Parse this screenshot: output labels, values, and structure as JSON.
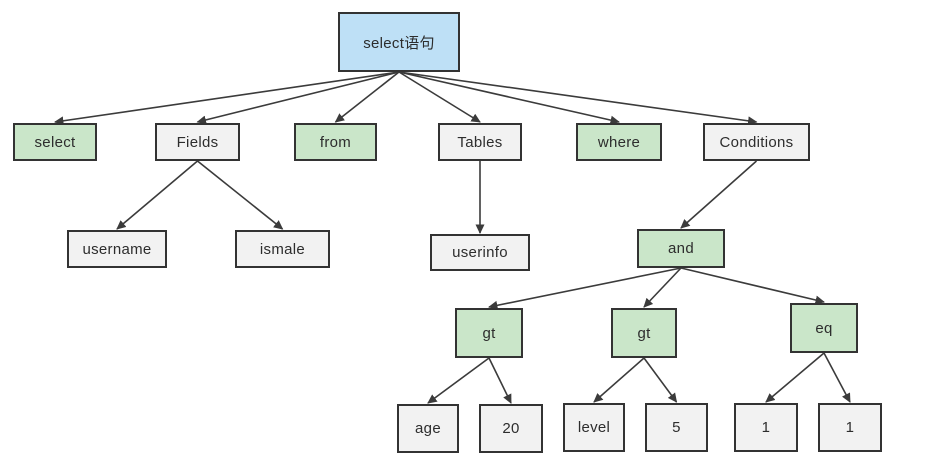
{
  "diagram": {
    "description": "Parse tree of a SQL select statement",
    "nodes": {
      "root": {
        "label": "select语句",
        "kind": "root"
      },
      "select": {
        "label": "select",
        "kind": "keyword"
      },
      "fields": {
        "label": "Fields",
        "kind": "plain"
      },
      "from": {
        "label": "from",
        "kind": "keyword"
      },
      "tables": {
        "label": "Tables",
        "kind": "plain"
      },
      "where": {
        "label": "where",
        "kind": "keyword"
      },
      "conditions": {
        "label": "Conditions",
        "kind": "plain"
      },
      "username": {
        "label": "username",
        "kind": "plain"
      },
      "ismale": {
        "label": "ismale",
        "kind": "plain"
      },
      "userinfo": {
        "label": "userinfo",
        "kind": "plain"
      },
      "and": {
        "label": "and",
        "kind": "operator"
      },
      "gt1": {
        "label": "gt",
        "kind": "operator"
      },
      "gt2": {
        "label": "gt",
        "kind": "operator"
      },
      "eq": {
        "label": "eq",
        "kind": "operator"
      },
      "age": {
        "label": "age",
        "kind": "plain"
      },
      "val20": {
        "label": "20",
        "kind": "plain"
      },
      "level": {
        "label": "level",
        "kind": "plain"
      },
      "val5": {
        "label": "5",
        "kind": "plain"
      },
      "one_left": {
        "label": "1",
        "kind": "plain"
      },
      "one_right": {
        "label": "1",
        "kind": "plain"
      }
    },
    "edges": [
      [
        "root",
        "select"
      ],
      [
        "root",
        "fields"
      ],
      [
        "root",
        "from"
      ],
      [
        "root",
        "tables"
      ],
      [
        "root",
        "where"
      ],
      [
        "root",
        "conditions"
      ],
      [
        "fields",
        "username"
      ],
      [
        "fields",
        "ismale"
      ],
      [
        "tables",
        "userinfo"
      ],
      [
        "conditions",
        "and"
      ],
      [
        "and",
        "gt1"
      ],
      [
        "and",
        "gt2"
      ],
      [
        "and",
        "eq"
      ],
      [
        "gt1",
        "age"
      ],
      [
        "gt1",
        "val20"
      ],
      [
        "gt2",
        "level"
      ],
      [
        "gt2",
        "val5"
      ],
      [
        "eq",
        "one_left"
      ],
      [
        "eq",
        "one_right"
      ]
    ],
    "colors": {
      "root_fill": "#bee0f6",
      "keyword_fill": "#cae6c9",
      "plain_fill": "#f2f2f2",
      "border": "#333333",
      "edge": "#3b3b3b"
    }
  }
}
